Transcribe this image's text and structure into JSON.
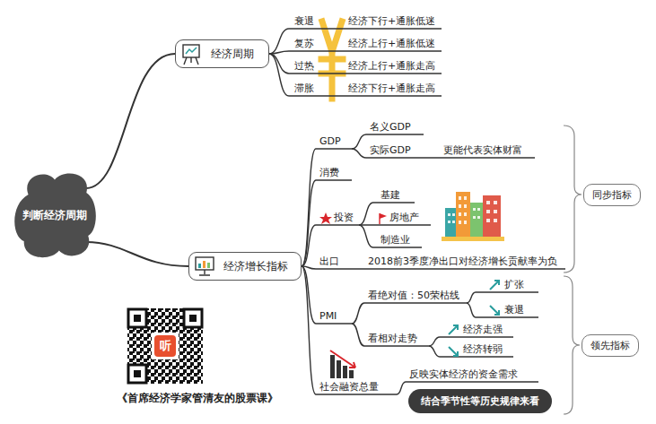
{
  "diagram": {
    "nodes": [
      {
        "text": [
          "判断经济周期"
        ]
      },
      {
        "text": [
          "经济周期"
        ]
      },
      {
        "text": [
          "经济增长指标"
        ]
      },
      {
        "text": [
          "同步指标"
        ]
      },
      {
        "text": [
          "领先指标"
        ]
      },
      {
        "text": [
          "结合季节性等历史规律来看"
        ]
      }
    ],
    "edges": [
      {
        "from": 0,
        "to": 1,
        "arrow": "none"
      },
      {
        "from": 0,
        "to": 2,
        "arrow": "none"
      }
    ],
    "labels": [
      "衰退",
      "经济下行+通胀低迷",
      "复苏",
      "经济上行+通胀低迷",
      "过热",
      "经济上行+通胀走高",
      "滞胀",
      "经济下行+通胀走高",
      "GDP",
      "名义GDP",
      "实际GDP",
      "更能代表实体财富",
      "消费",
      "投资",
      "基建",
      "房地产",
      "制造业",
      "出口",
      "2018前3季度净出口对经济增长贡献率为负",
      "PMI",
      "看绝对值：50荣枯线",
      "扩张",
      "衰退",
      "看相对走势",
      "经济走强",
      "经济转弱",
      "社会融资总量",
      "反映实体经济的资金需求",
      "《首席经济学家管清友的股票课》",
      "听"
    ]
  }
}
